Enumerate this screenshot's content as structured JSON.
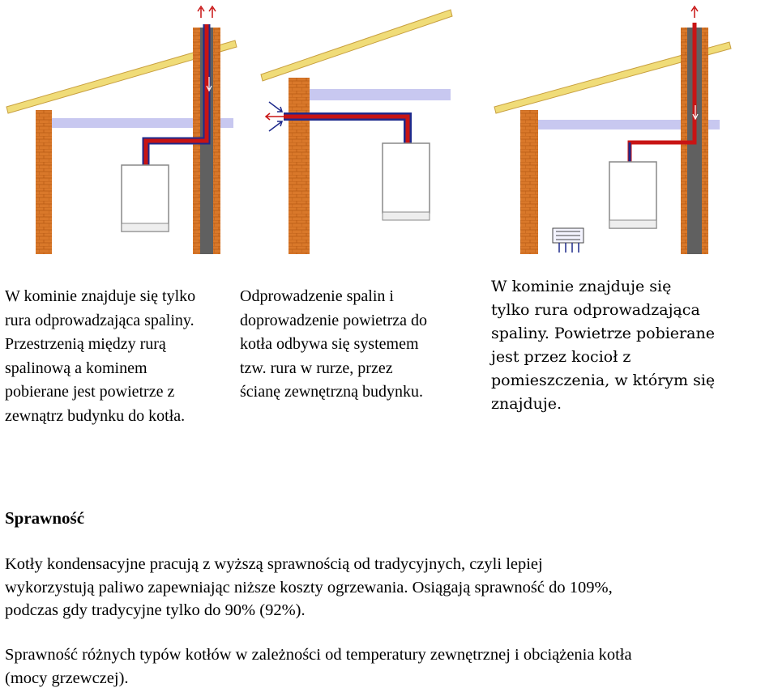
{
  "captions": {
    "cap1": "W kominie znajduje się tylko\nrura odprowadzająca spaliny.\nPrzestrzenią między rurą\nspalinową a kominem\npobierane jest powietrze z\nzewnątrz budynku do kotła.",
    "cap2": "Odprowadzenie spalin i\ndoprowadzenie powietrza do\nkotła odbywa się systemem\ntzw. rura w rurze, przez\nścianę zewnętrzną budynku.",
    "cap3": "W kominie znajduje się\ntylko rura odprowadzająca\nspaliny. Powietrze pobierane\njest przez kocioł z\npomieszczenia, w którym się\nznajduje."
  },
  "section": {
    "heading": "Sprawność",
    "para1": "Kotły kondensacyjne pracują z wyższą sprawnością od tradycyjnych, czyli lepiej\nwykorzystują paliwo zapewniając niższe koszty ogrzewania. Osiągają sprawność do 109%,\npodczas gdy tradycyjne tylko do 90% (92%).",
    "para2": "Sprawność różnych typów kotłów w zależności od temperatury zewnętrznej i obciążenia kotła\n(mocy grzewczej)."
  },
  "colors": {
    "brick": "#d9782a",
    "flue_red": "#c81414",
    "flue_blue": "#1e2a8c",
    "ceiling": "#c8c8f0",
    "roof": "#f0dc78",
    "boiler": "#ffffff"
  },
  "icons": [
    "arrow-up-icon",
    "arrow-down-icon",
    "air-grille-icon"
  ]
}
